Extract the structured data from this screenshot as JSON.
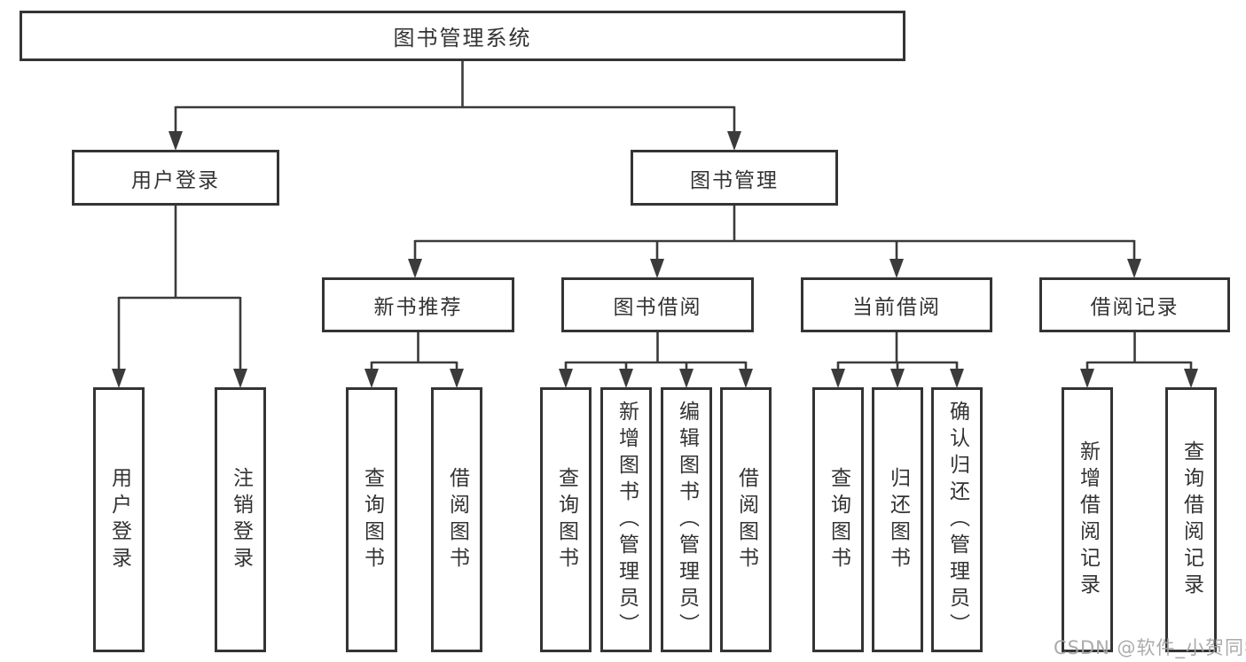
{
  "diagram": {
    "root": {
      "label": "图书管理系统",
      "children": [
        {
          "label": "用户登录",
          "children": [
            {
              "label": "用户登录"
            },
            {
              "label": "注销登录"
            }
          ]
        },
        {
          "label": "图书管理",
          "children": [
            {
              "label": "新书推荐",
              "children": [
                {
                  "label": "查询图书"
                },
                {
                  "label": "借阅图书"
                }
              ]
            },
            {
              "label": "图书借阅",
              "children": [
                {
                  "label": "查询图书"
                },
                {
                  "label": "新增图书（管理员）"
                },
                {
                  "label": "编辑图书（管理员）"
                },
                {
                  "label": "借阅图书"
                }
              ]
            },
            {
              "label": "当前借阅",
              "children": [
                {
                  "label": "查询图书"
                },
                {
                  "label": "归还图书"
                },
                {
                  "label": "确认归还（管理员）"
                }
              ]
            },
            {
              "label": "借阅记录",
              "children": [
                {
                  "label": "新增借阅记录"
                },
                {
                  "label": "查询借阅记录"
                }
              ]
            }
          ]
        }
      ]
    }
  },
  "watermark": {
    "text": "CSDN @软件_小贺同学"
  },
  "colors": {
    "line": "#3b3b3b",
    "border": "#343434",
    "text": "#333333",
    "background": "#ffffff",
    "watermark": "#a4a4a4"
  }
}
